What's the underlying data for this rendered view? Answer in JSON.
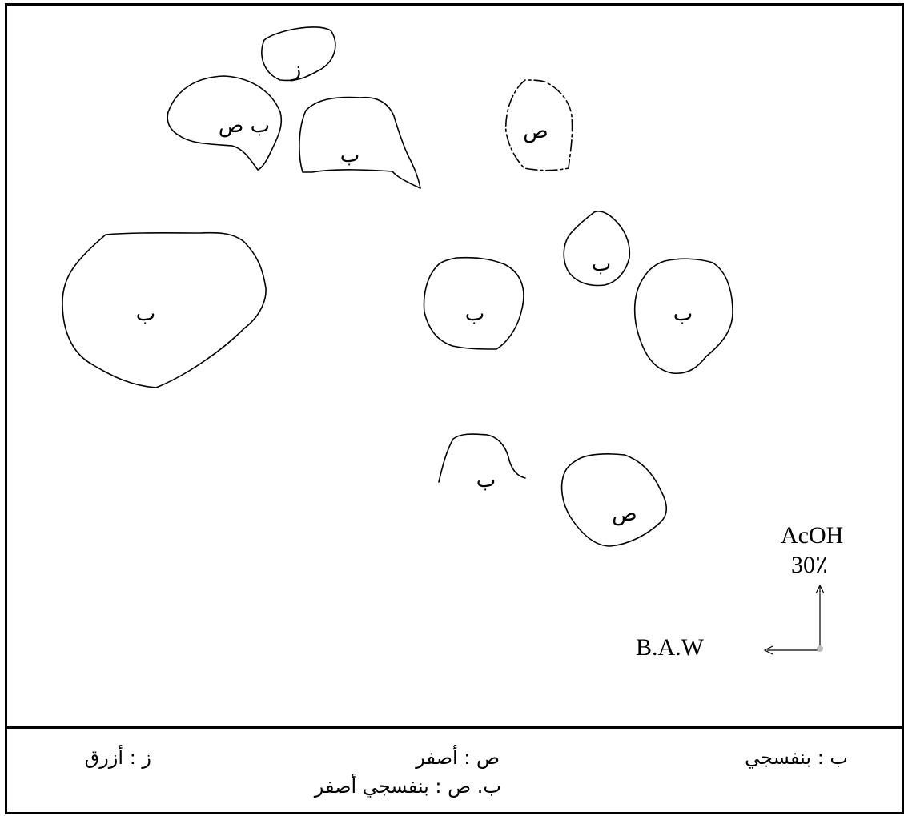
{
  "plate": {
    "spots": [
      {
        "label": "ز"
      },
      {
        "label": "ب ص"
      },
      {
        "label": "ب"
      },
      {
        "label": "ص"
      },
      {
        "label": "ب"
      },
      {
        "label": "ب"
      },
      {
        "label": "ب"
      },
      {
        "label": "ب"
      },
      {
        "label": "ب"
      },
      {
        "label": "ص"
      }
    ],
    "axes": {
      "vertical_solvent": "AcOH",
      "vertical_percent": "30٪",
      "horizontal_solvent": "B.A.W"
    }
  },
  "legend": {
    "violet": "ب :  بنفسجي",
    "yellow": "ص : أصفر",
    "blue": "ز : أزرق",
    "violet_yellow": "ب. ص : بنفسجي أصفر"
  },
  "colors": {
    "origin_dot": "#bdbdbd",
    "line": "#000000"
  }
}
